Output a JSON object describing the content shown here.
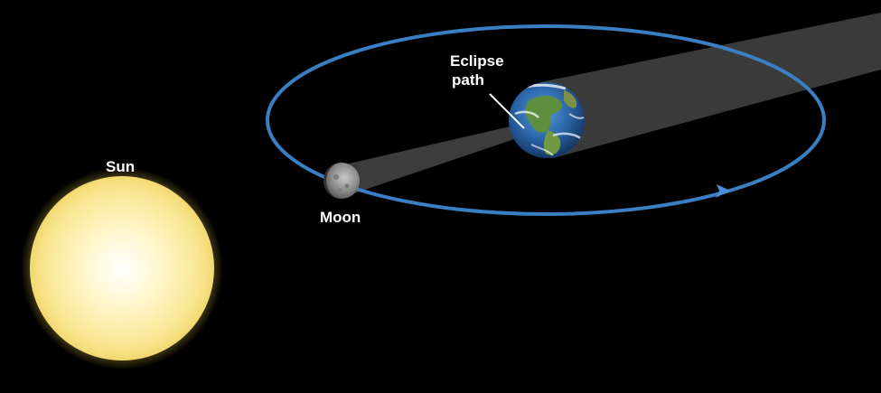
{
  "labels": {
    "sun": "Sun",
    "moon": "Moon",
    "eclipse_line1": "Eclipse",
    "eclipse_line2": "path"
  },
  "colors": {
    "background": "#000000",
    "orbit": "#3a7fc2",
    "shadow": "#3a3a3a",
    "sun_core": "#ffffff",
    "sun_edge": "#f6e08a",
    "sun_glow": "#e8c84a",
    "ocean": "#2a65a8",
    "land": "#4a8a3a",
    "moon": "#9a9a9a"
  },
  "icons": {
    "sun": "sun-icon",
    "moon": "moon-icon",
    "earth": "earth-icon",
    "orbit_arrow": "arrow-right-icon"
  }
}
